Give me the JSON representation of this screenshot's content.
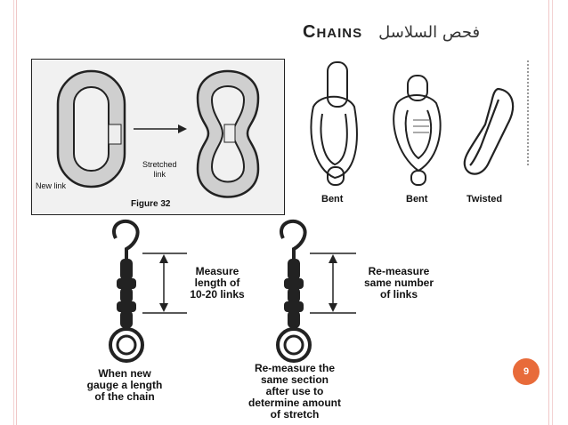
{
  "slide": {
    "title_en_cap": "C",
    "title_en_rest": "HAINS",
    "title_ar": "فحص السلاسل",
    "page_number": "9"
  },
  "figure32": {
    "new_link_label": "New link",
    "stretched_line1": "Stretched",
    "stretched_line2": "link",
    "caption": "Figure 32"
  },
  "defects": {
    "bent1": "Bent",
    "bent2": "Bent",
    "twisted": "Twisted"
  },
  "measure": {
    "left_dim_line1": "Measure",
    "left_dim_line2": "length of",
    "left_dim_line3": "10-20 links",
    "left_caption_line1": "When new",
    "left_caption_line2": "gauge a length",
    "left_caption_line3": "of the chain",
    "right_dim_line1": "Re-measure",
    "right_dim_line2": "same number",
    "right_dim_line3": "of links",
    "right_caption_line1": "Re-measure the",
    "right_caption_line2": "same section",
    "right_caption_line3": "after use to",
    "right_caption_line4": "determine amount",
    "right_caption_line5": "of stretch"
  },
  "colors": {
    "accent": "#e86b3a",
    "frame": "#f0c8c8"
  }
}
